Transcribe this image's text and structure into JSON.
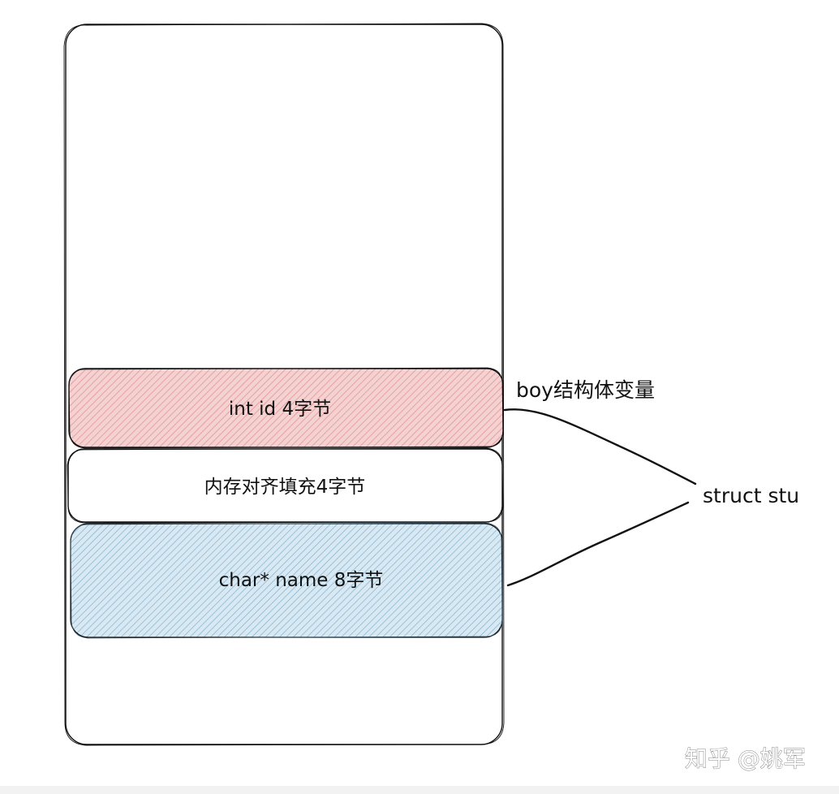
{
  "diagram": {
    "fields": [
      {
        "id": "int-id",
        "label": "int id 4字节",
        "fill_color": "#f2c9c9",
        "hatch_color": "#e89a9a"
      },
      {
        "id": "padding",
        "label": "内存对齐填充4字节",
        "fill_color": "#ffffff"
      },
      {
        "id": "char-name",
        "label": "char* name 8字节",
        "fill_color": "#cfe3ef",
        "hatch_color": "#8fb8d2"
      }
    ],
    "variable_label": "boy结构体变量",
    "struct_label": "struct stu"
  },
  "watermark": {
    "text": "知乎 @姚军"
  },
  "colors": {
    "stroke": "#111111",
    "background": "#ffffff"
  }
}
